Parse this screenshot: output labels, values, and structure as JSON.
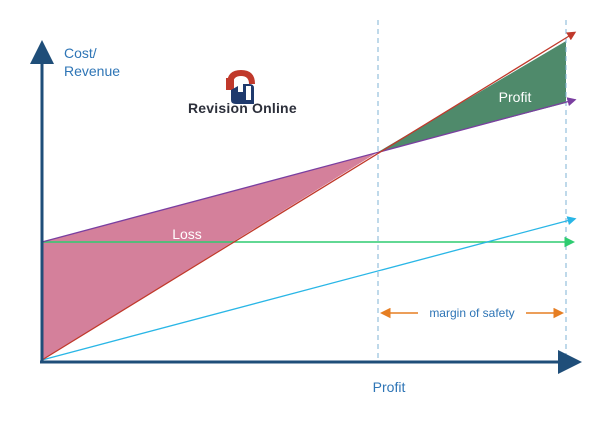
{
  "chart_data": {
    "type": "break-even",
    "y_label_line1": "Cost/",
    "y_label_line2": "Revenue",
    "x_label": "Profit",
    "regions": {
      "loss_label": "Loss",
      "profit_label": "Profit"
    },
    "annotation": "margin of safety",
    "colors": {
      "axis": "#1f4e79",
      "loss_fill": "#d4809b",
      "profit_fill": "#4f8a6b",
      "revenue_line": "#c0392b",
      "total_cost_line": "#7a3fa0",
      "fixed_cost_line": "#2ecc71",
      "variable_cost_line": "#29b6e6",
      "guide_line": "#7fb3d5",
      "margin_arrow": "#e67e22",
      "label_text": "#2e75b6"
    }
  },
  "logo": {
    "text": "Revision Online",
    "colors": {
      "top": "#c0392b",
      "bottom": "#1f3a6d"
    }
  }
}
